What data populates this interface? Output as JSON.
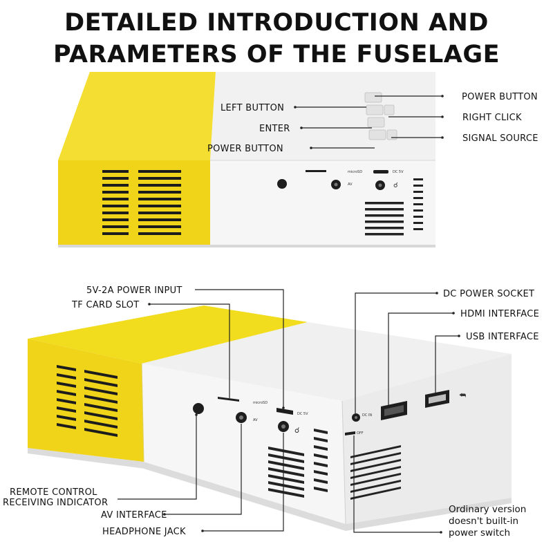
{
  "title": {
    "line1": "DETAILED INTRODUCTION AND",
    "line2": "PARAMETERS OF THE FUSELAGE"
  },
  "top_view": {
    "left_button": "LEFT BUTTON",
    "enter": "ENTER",
    "power_button_left": "POWER BUTTON",
    "power_button_right": "POWER BUTTON",
    "right_click": "RIGHT CLICK",
    "signal_source": "SIGNAL SOURCE"
  },
  "bottom_view": {
    "power_input": "5V-2A POWER INPUT",
    "tf_card_slot": "TF CARD SLOT",
    "dc_power_socket": "DC POWER SOCKET",
    "hdmi_interface": "HDMI INTERFACE",
    "usb_interface": "USB INTERFACE",
    "remote_line1": "REMOTE CONTROL",
    "remote_line2": "RECEIVING INDICATOR",
    "av_interface": "AV INTERFACE",
    "headphone_jack": "HEADPHONE JACK",
    "note_line1": "Ordinary version",
    "note_line2": "doesn't built-in",
    "note_line3": "power switch"
  },
  "port_text": {
    "micro_sd": "microSD",
    "av": "AV",
    "dc_5v": "DC 5V",
    "dc_in": "DC IN",
    "off": "OFF"
  },
  "colors": {
    "yellow": "#f2dc1e",
    "shell": "#f4f4f4",
    "shell_side": "#e9e9e9",
    "vent": "#1c1c1c",
    "text": "#111111"
  },
  "icons": [
    "headphone-icon",
    "usb-icon"
  ]
}
